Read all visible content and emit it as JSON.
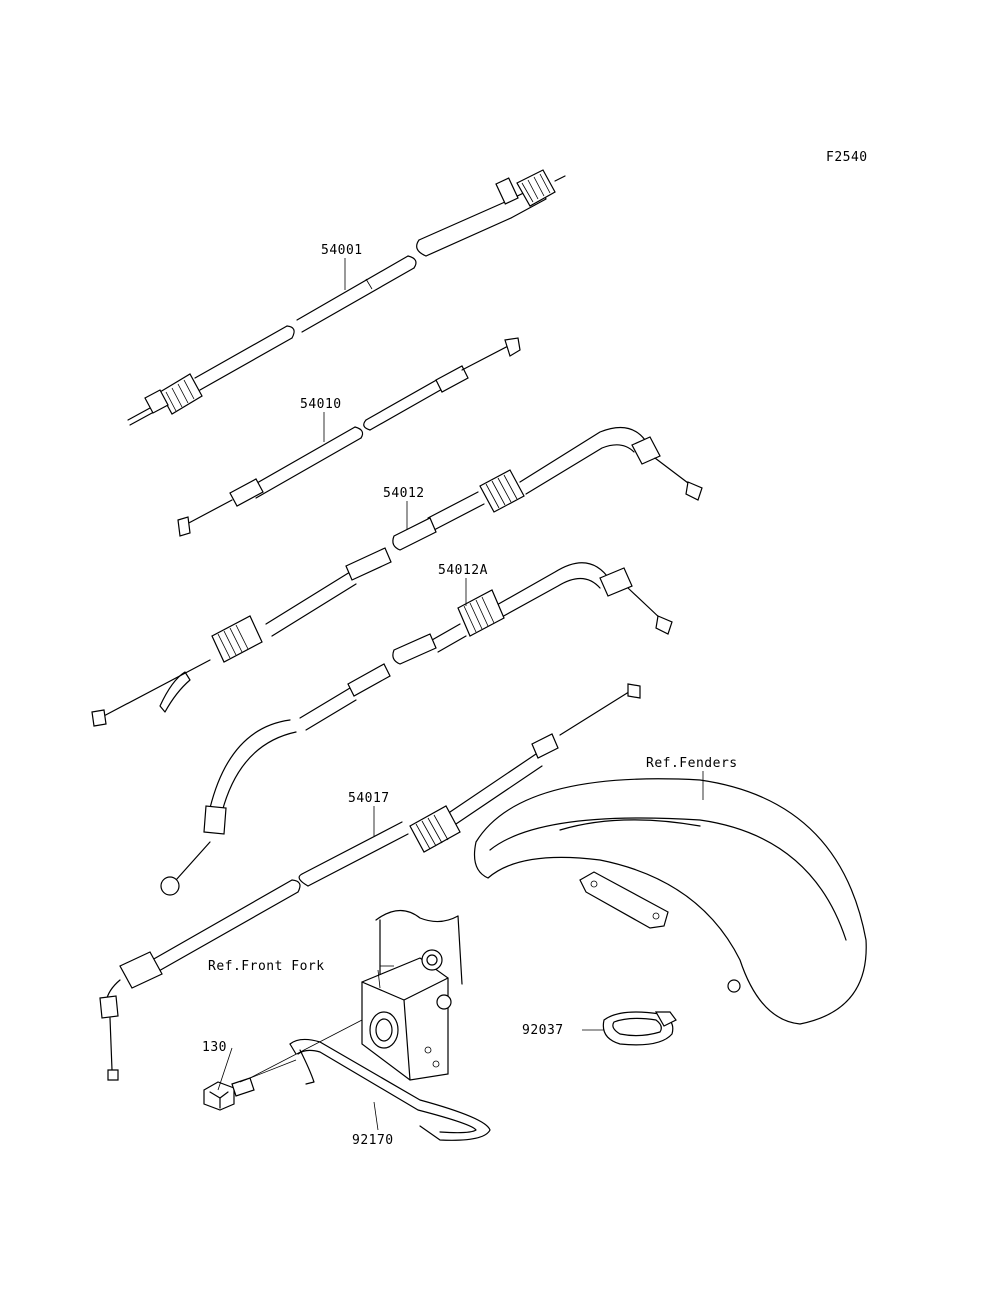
{
  "figure_code": "F2540",
  "parts": [
    {
      "id": "54001"
    },
    {
      "id": "54010"
    },
    {
      "id": "54012"
    },
    {
      "id": "54012A"
    },
    {
      "id": "54017"
    },
    {
      "id": "130"
    },
    {
      "id": "92170"
    },
    {
      "id": "92037"
    }
  ],
  "references": {
    "fenders": "Ref.Fenders",
    "front_fork": "Ref.Front Fork"
  }
}
